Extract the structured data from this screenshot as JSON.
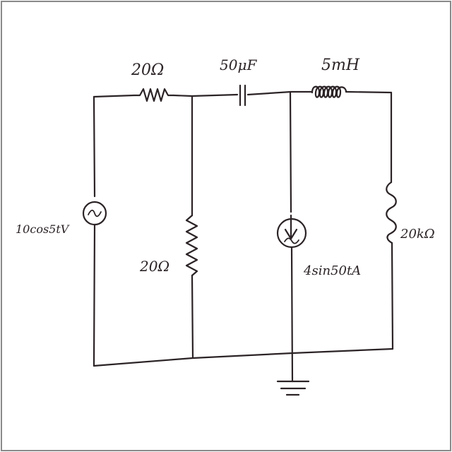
{
  "diagram": {
    "labels": {
      "r_series": "20Ω",
      "capacitor": "50μF",
      "inductor": "5mH",
      "r_shunt": "20Ω",
      "r_load": "20kΩ",
      "voltage_source": "10cos5tV",
      "current_source": "4sin50tA"
    },
    "colors": {
      "ink": "#2b2326",
      "paper": "#ffffff",
      "border": "#8a8a8a"
    }
  }
}
